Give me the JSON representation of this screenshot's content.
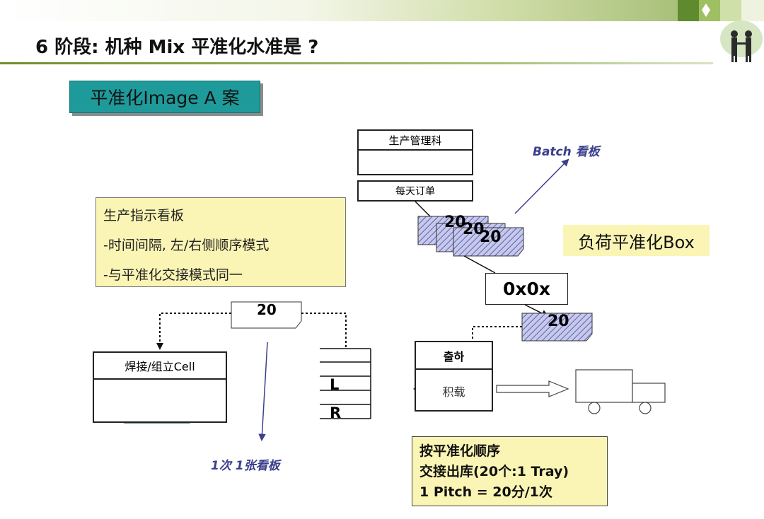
{
  "header": {
    "title": "6 阶段: 机种 Mix 平准化水准是 ?"
  },
  "section_tag": "平准化Image A 案",
  "note_box": {
    "lines": [
      "生产指示看板",
      "-时间间隔, 左/右侧顺序模式",
      "-与平准化交接模式同一"
    ]
  },
  "management": {
    "header": "生产管理科",
    "daily_order": "每天订单"
  },
  "labels": {
    "batch_kanban": "Batch 看板",
    "leveling_box": "负荷平准化Box",
    "oxox": "0x0x",
    "once_one_card": "1次 1张看板"
  },
  "cards": {
    "stack_values": [
      "20",
      "20",
      "20"
    ],
    "lower_card": "20",
    "left_card": "20"
  },
  "cell": {
    "header": "焊接/组立Cell"
  },
  "rack": {
    "rows": [
      "",
      "",
      "L",
      "R"
    ]
  },
  "shipping": {
    "header": "출하",
    "sub": "积载"
  },
  "summary": {
    "lines": [
      "按平准化顺序",
      "交接出库(20个:1 Tray)",
      "1 Pitch = 20分/1次"
    ]
  },
  "colors": {
    "accent_teal": "#1f9a9a",
    "note_yellow": "#fbf5b5",
    "card_hatch": "#8a8fd0",
    "label_blue": "#3b3f8c",
    "machine_teal": "#1aa39a"
  }
}
